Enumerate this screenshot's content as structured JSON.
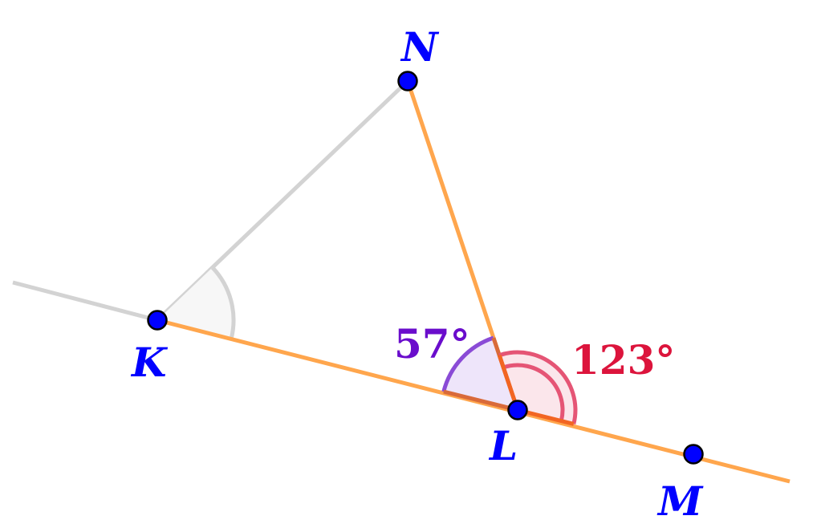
{
  "points": {
    "K": "K",
    "N": "N",
    "L": "L",
    "M": "M"
  },
  "angles": {
    "KLN": "57°",
    "NLM": "123°"
  },
  "colors": {
    "point": "#0000ff",
    "orange": "#ffa64d",
    "gray": "#d3d3d3",
    "purple": "#6a0dcc",
    "red": "#dc143c"
  }
}
